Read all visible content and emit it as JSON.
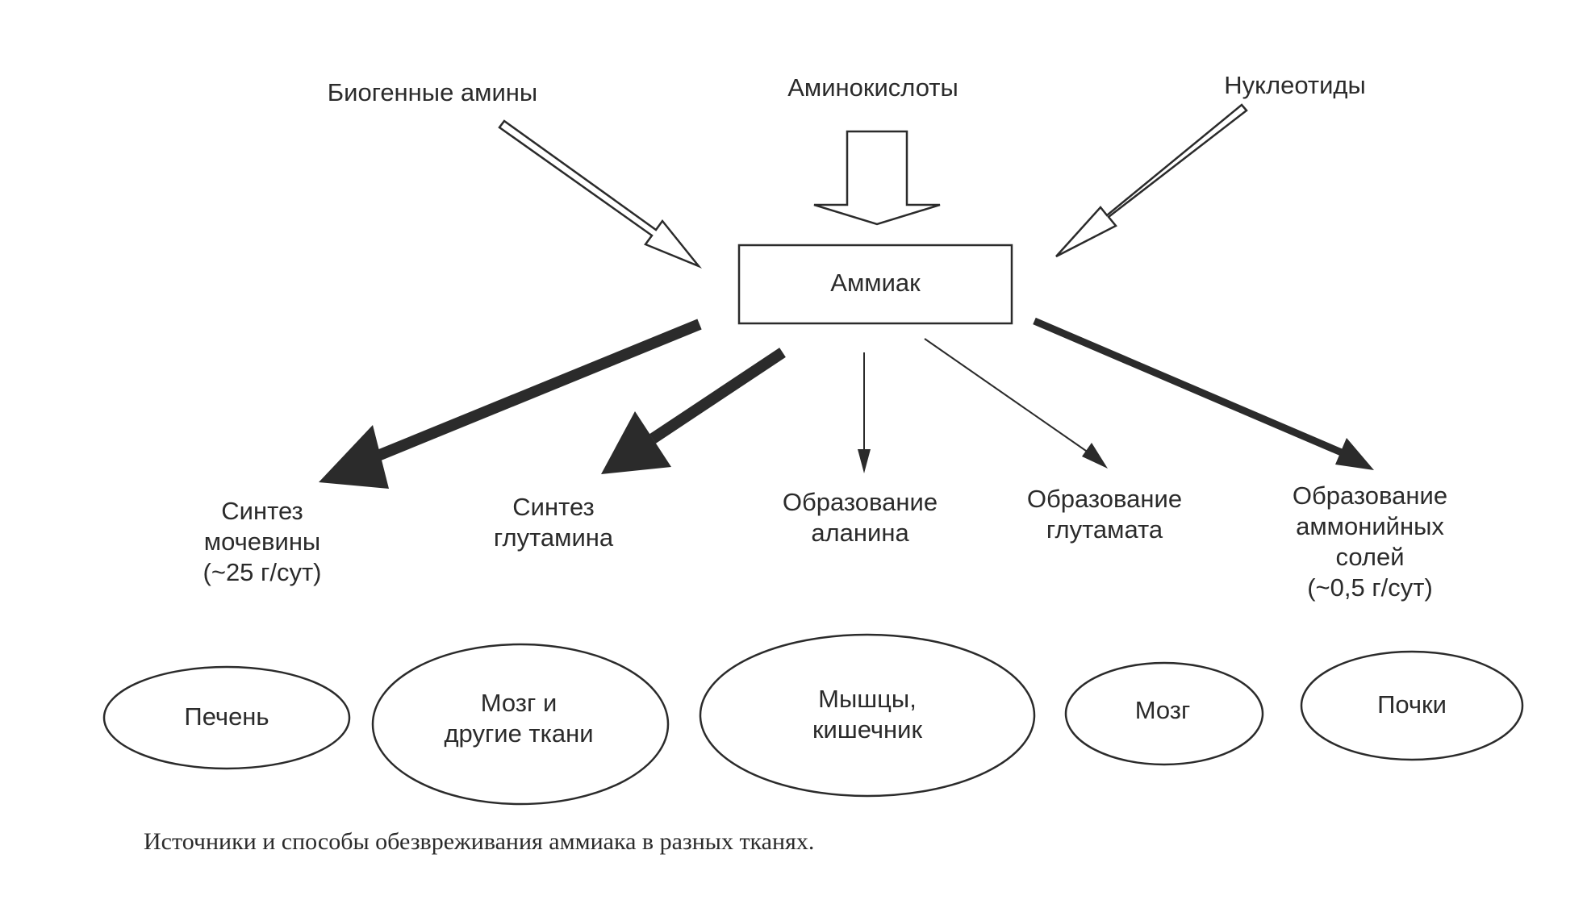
{
  "sources": {
    "biogenic_amines": "Биогенные амины",
    "amino_acids": "Аминокислоты",
    "nucleotides": "Нуклеотиды"
  },
  "center": {
    "label": "Аммиак"
  },
  "pathways": [
    {
      "lines": [
        "Синтез",
        "мочевины",
        "(~25 г/сут)"
      ]
    },
    {
      "lines": [
        "Синтез",
        "глутамина"
      ]
    },
    {
      "lines": [
        "Образование",
        "аланина"
      ]
    },
    {
      "lines": [
        "Образование",
        "глутамата"
      ]
    },
    {
      "lines": [
        "Образование",
        "аммонийных",
        "солей",
        "(~0,5 г/сут)"
      ]
    }
  ],
  "tissues": [
    {
      "lines": [
        "Печень"
      ]
    },
    {
      "lines": [
        "Мозг и",
        "другие ткани"
      ]
    },
    {
      "lines": [
        "Мышцы,",
        "кишечник"
      ]
    },
    {
      "lines": [
        "Мозг"
      ]
    },
    {
      "lines": [
        "Почки"
      ]
    }
  ],
  "caption": "Источники и способы обезвреживания аммиака в разных тканях.",
  "colors": {
    "ink": "#2b2b2b",
    "background": "#ffffff"
  }
}
